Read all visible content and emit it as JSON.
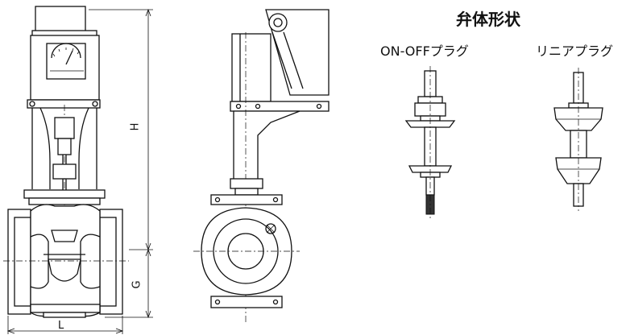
{
  "figure": {
    "title": "弁体形状",
    "plug_onoff_label": "ON-OFFプラグ",
    "plug_linear_label": "リニアプラグ",
    "dim_h": "H",
    "dim_g": "G",
    "dim_l": "L"
  }
}
